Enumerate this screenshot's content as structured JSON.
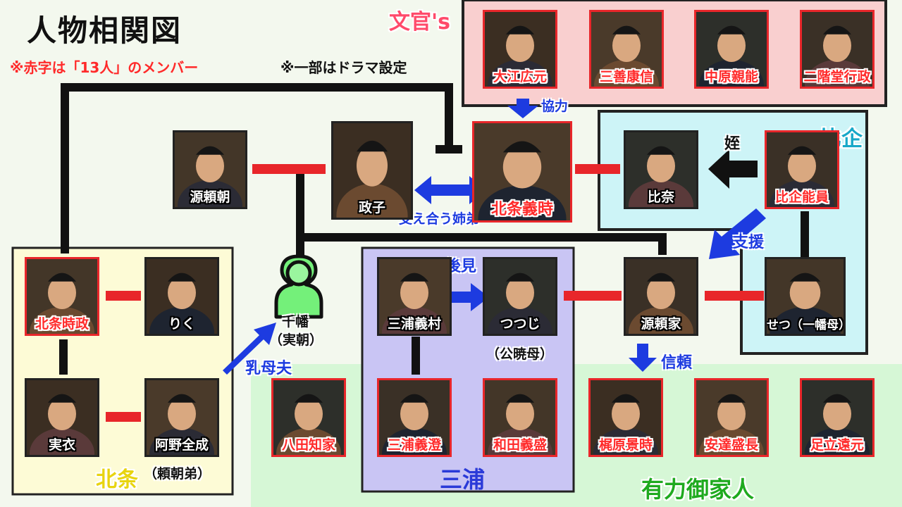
{
  "title": "人物相関図",
  "notes": {
    "red_note": "※赤字は「13人」のメンバー",
    "black_note": "※一部はドラマ設定"
  },
  "groups": {
    "bunkan": "文官's",
    "hiki": "比企",
    "hojo": "北条",
    "miura": "三浦",
    "gokenin": "有力御家人"
  },
  "colors": {
    "red": "#e8262a",
    "blue": "#1d3be0",
    "bunkan_bg": "#f9cfcf",
    "hiki_bg": "#cdf4f7",
    "hojo_bg": "#fdfbd6",
    "miura_bg": "#c9c5f4",
    "gokenin_bg": "#d6f7d6"
  },
  "people": {
    "oe": {
      "name": "大江広元",
      "member": true
    },
    "miyoshi": {
      "name": "三善康信",
      "member": true
    },
    "nakahara": {
      "name": "中原親能",
      "member": true
    },
    "nikaido": {
      "name": "二階堂行政",
      "member": true
    },
    "yoritomo": {
      "name": "源頼朝",
      "member": false
    },
    "masako": {
      "name": "政子",
      "member": false
    },
    "yoshitoki": {
      "name": "北条義時",
      "member": true
    },
    "hina": {
      "name": "比奈",
      "member": false
    },
    "yoshikazu": {
      "name": "比企能員",
      "member": true
    },
    "tokimasa": {
      "name": "北条時政",
      "member": true
    },
    "riku": {
      "name": "りく",
      "member": false
    },
    "senman_name": "千幡",
    "senman_sub": "（実朝）",
    "yoshimura": {
      "name": "三浦義村",
      "member": false
    },
    "tsutsuji": {
      "name": "つつじ",
      "member": false
    },
    "tsutsuji_sub": "（公暁母）",
    "yoriie": {
      "name": "源頼家",
      "member": false
    },
    "setsu": {
      "name": "せつ（一幡母）",
      "member": false
    },
    "jitsue": {
      "name": "実衣",
      "member": false
    },
    "zenjo": {
      "name": "阿野全成",
      "member": false
    },
    "zenjo_sub": "（頼朝弟）",
    "hatta": {
      "name": "八田知家",
      "member": true
    },
    "yoshizumi": {
      "name": "三浦義澄",
      "member": true
    },
    "wada": {
      "name": "和田義盛",
      "member": true
    },
    "kajiwara": {
      "name": "梶原景時",
      "member": true
    },
    "adachi": {
      "name": "安達盛長",
      "member": true
    },
    "adachi_toomoto": {
      "name": "足立遠元",
      "member": true
    }
  },
  "relations": {
    "kyoryoku": "協力",
    "sasaeau": "支え合う姉弟",
    "mei": "姪",
    "shien": "支援",
    "koken": "後見",
    "menoto": "乳母夫",
    "shinrai": "信頼"
  }
}
